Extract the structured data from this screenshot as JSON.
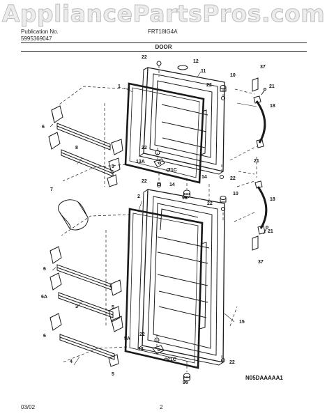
{
  "watermark": "AppliancePartsPros.com",
  "header": {
    "publication_label": "Publication No.",
    "publication_number": "5995369047",
    "model": "FRT18IG4A",
    "section": "DOOR"
  },
  "callouts": {
    "c22a": "22",
    "c12": "12",
    "c11": "11",
    "c10a": "10",
    "c22b": "22",
    "c37a": "37",
    "c21a": "21",
    "c18a": "18",
    "c1": "1",
    "c6a": "6",
    "c8": "8",
    "c5a": "5",
    "c22c": "22",
    "c13a": "13A",
    "c21c1": "21C",
    "c22d": "22",
    "c21b": "21",
    "c22e": "22",
    "c14a": "14",
    "c14b": "14",
    "c96a": "96",
    "c7": "7",
    "c2": "2",
    "c10b": "10",
    "c22f": "22",
    "c18b": "18",
    "c21d": "21",
    "c37b": "37",
    "c6b": "6",
    "c6a2": "6A",
    "c3": "3",
    "c5b": "5",
    "c15": "15",
    "c6c": "6",
    "c22g": "22",
    "c5a2": "5A",
    "c4": "4",
    "c13": "13",
    "c21c2": "21C",
    "c5c": "5",
    "c96b": "96",
    "c22h": "22"
  },
  "footer": {
    "date": "03/02",
    "page": "2",
    "image_code": "N05DAAAAA1"
  }
}
